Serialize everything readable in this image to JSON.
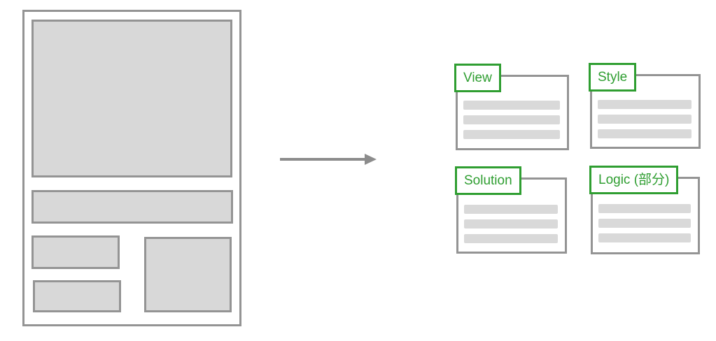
{
  "colors": {
    "green": "#2f9e31",
    "gray_border": "#949494",
    "gray_fill": "#d8d8d8",
    "line_fill": "#d9d9d9",
    "arrow_gray": "#8c8c8c",
    "background": "#ffffff"
  },
  "diagram": {
    "arrow_direction": "right"
  },
  "wireframe": {
    "blocks": [
      {
        "name": "hero-block"
      },
      {
        "name": "banner-block"
      },
      {
        "name": "small-block-left-top"
      },
      {
        "name": "square-block-right"
      },
      {
        "name": "small-block-left-bottom"
      }
    ]
  },
  "cards": [
    {
      "id": "view",
      "label": "View",
      "placeholder_lines": 3
    },
    {
      "id": "style",
      "label": "Style",
      "placeholder_lines": 3
    },
    {
      "id": "solution",
      "label": "Solution",
      "placeholder_lines": 3
    },
    {
      "id": "logic",
      "label": "Logic (部分)",
      "placeholder_lines": 3
    }
  ]
}
